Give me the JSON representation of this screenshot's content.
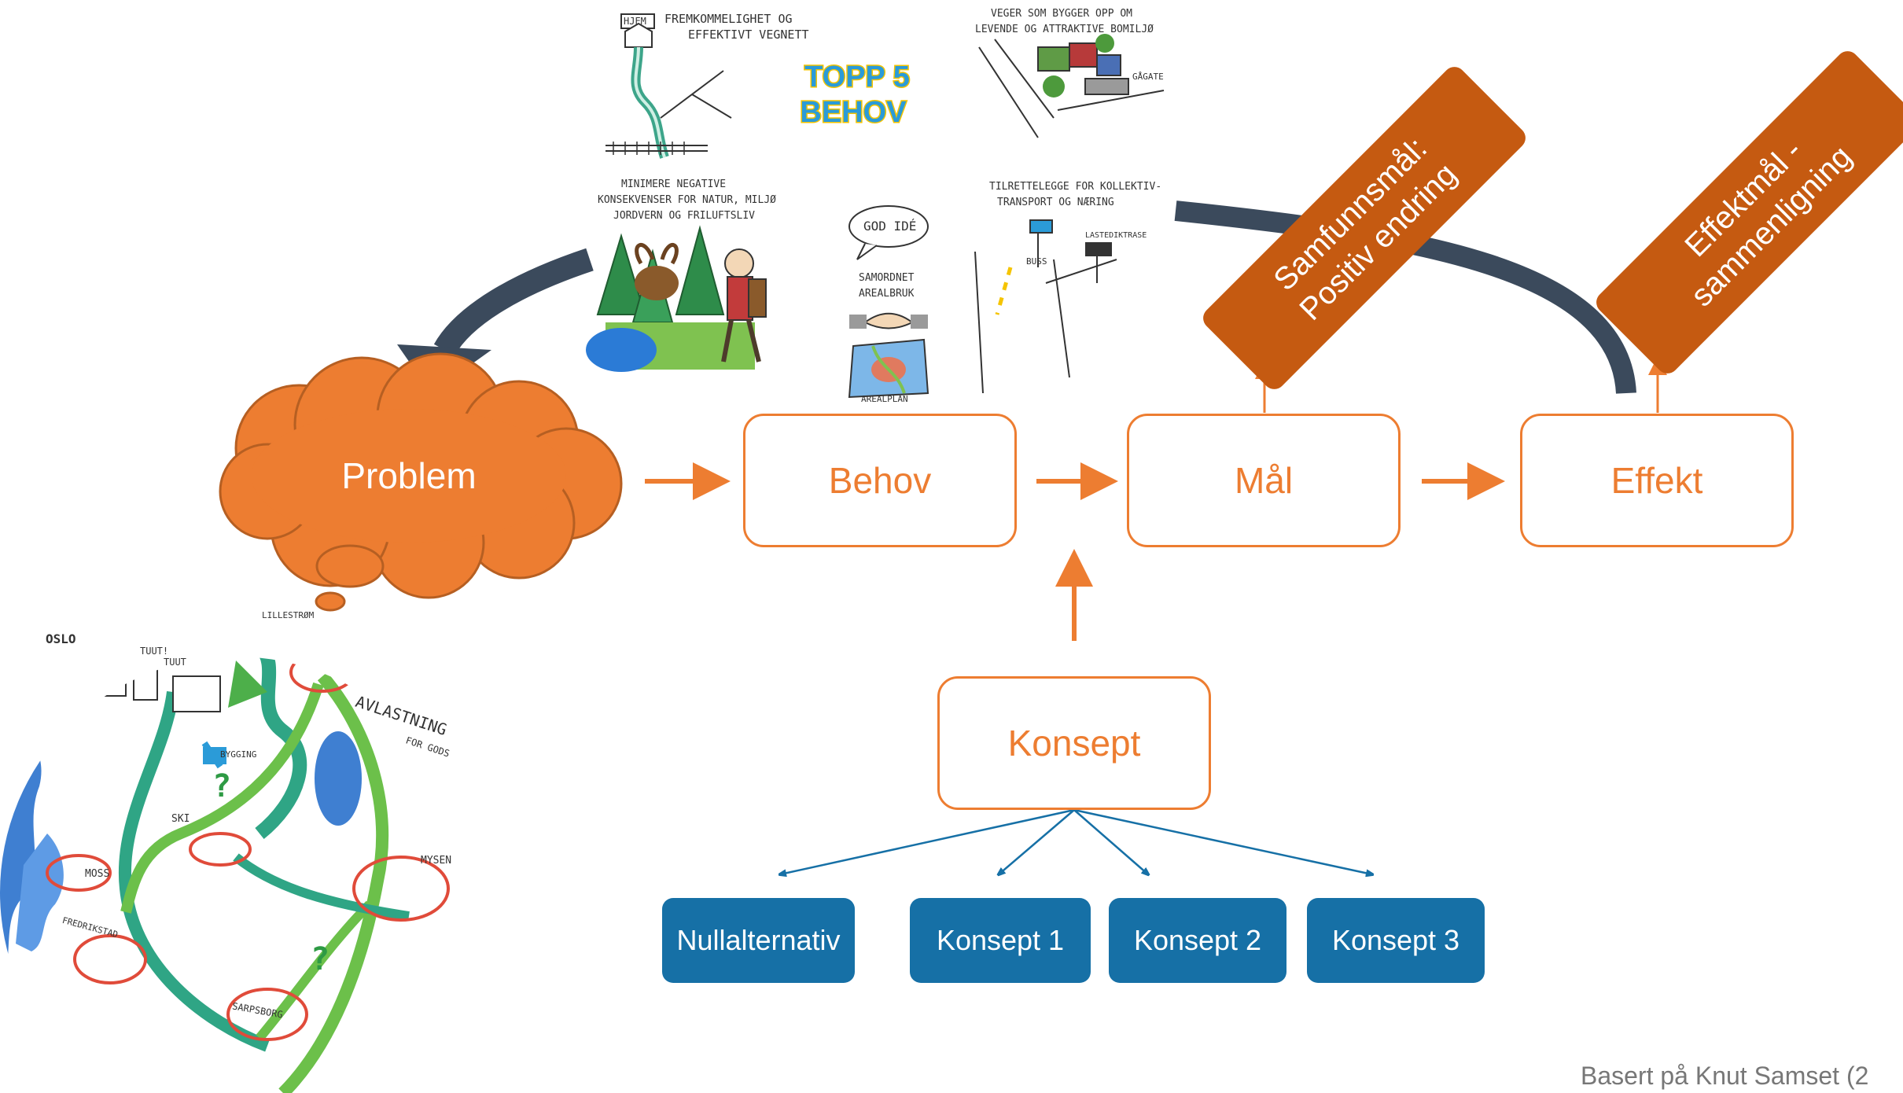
{
  "flow": {
    "problem": "Problem",
    "behov": "Behov",
    "maal": "Mål",
    "effekt": "Effekt",
    "konsept": "Konsept"
  },
  "alternatives": [
    "Nullalternativ",
    "Konsept 1",
    "Konsept 2",
    "Konsept 3"
  ],
  "goals": {
    "samfunn_line1": "Samfunnsmål:",
    "samfunn_line2": "Positiv endring",
    "effekt_line1": "Effektmål -",
    "effekt_line2": "sammenligning"
  },
  "sketch": {
    "topp5": "TOPP 5",
    "behov": "BEHOV",
    "need1": "FREMKOMMELIGHET OG",
    "need1b": "EFFEKTIVT VEGNETT",
    "need1_sign": "HJEM",
    "need2": "VEGER SOM BYGGER OPP OM",
    "need2b": "LEVENDE OG ATTRAKTIVE BOMILJØ",
    "need2_sign": "GÅGATE",
    "need3": "MINIMERE NEGATIVE",
    "need3b": "KONSEKVENSER FOR NATUR, MILJØ",
    "need3c": "JORDVERN OG FRILUFTSLIV",
    "need4a": "GOD IDÉ",
    "need4b": "SAMORDNET",
    "need4c": "AREALBRUK",
    "need4d": "AREALPLAN",
    "need5": "TILRETTELEGGE FOR KOLLEKTIV-",
    "need5b": "TRANSPORT OG NÆRING",
    "need5_stop": "BUSS",
    "need5_lane": "LASTEDIKTRASE"
  },
  "map": {
    "oslo": "OSLO",
    "lillestrom": "LILLESTRØM",
    "tuut": "TUUT!",
    "tuut2": "TUUT",
    "avlastning": "AVLASTNING",
    "for_gods": "FOR GODS",
    "bygging": "BYGGING",
    "ski": "SKI",
    "moss": "MOSS",
    "mysen": "MYSEN",
    "fredrikstad": "FREDRIKSTAD",
    "sarpsborg": "SARPSBORG",
    "q": "?"
  },
  "credit": "Basert på Knut Samset (2",
  "colors": {
    "orange": "#ED7D31",
    "dark_orange": "#C55A11",
    "blue": "#1670A6",
    "navy": "#3B4A5C"
  }
}
